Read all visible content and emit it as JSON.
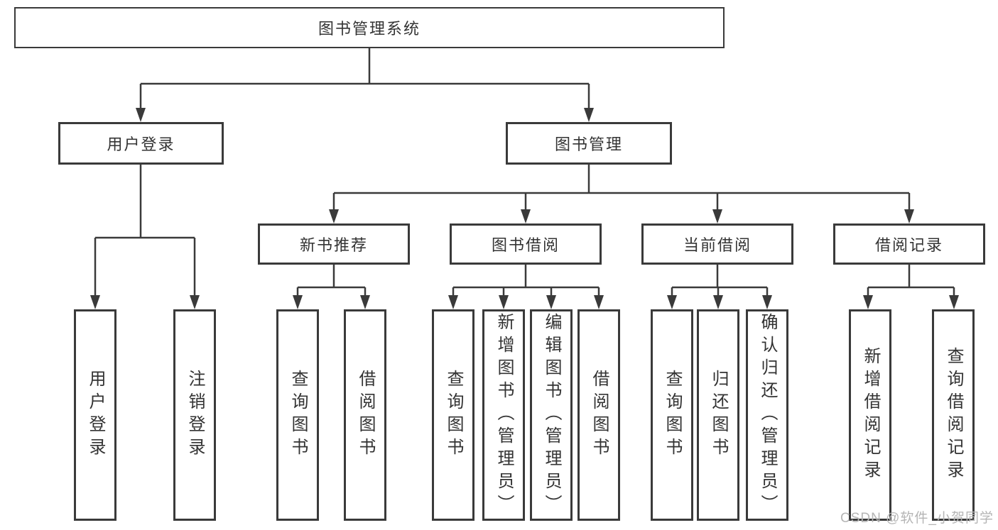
{
  "diagram": {
    "title": "图书管理系统",
    "children": [
      {
        "label": "用户登录",
        "children": [
          {
            "label": "用户登录"
          },
          {
            "label": "注销登录"
          }
        ]
      },
      {
        "label": "图书管理",
        "children": [
          {
            "label": "新书推荐",
            "children": [
              {
                "label": "查询图书"
              },
              {
                "label": "借阅图书"
              }
            ]
          },
          {
            "label": "图书借阅",
            "children": [
              {
                "label": "查询图书"
              },
              {
                "label": "新增图书（管理员）"
              },
              {
                "label": "编辑图书（管理员）"
              },
              {
                "label": "借阅图书"
              }
            ]
          },
          {
            "label": "当前借阅",
            "children": [
              {
                "label": "查询图书"
              },
              {
                "label": "归还图书"
              },
              {
                "label": "确认归还（管理员）"
              }
            ]
          },
          {
            "label": "借阅记录",
            "children": [
              {
                "label": "新增借阅记录"
              },
              {
                "label": "查询借阅记录"
              }
            ]
          }
        ]
      }
    ]
  },
  "watermark": "CSDN @软件_小贺同学",
  "colors": {
    "line": "#3a3a3a",
    "text": "#333333",
    "watermark": "#b5b5b5",
    "node_background": "#ffffff"
  }
}
